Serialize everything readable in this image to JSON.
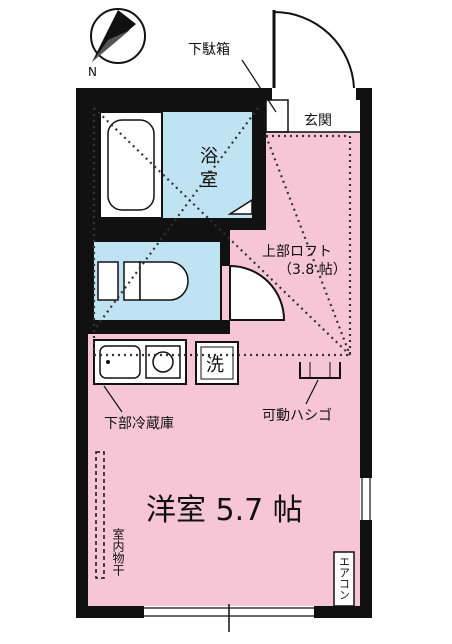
{
  "labels": {
    "getabako": "下駄箱",
    "genkan": "玄関",
    "bath": "浴室",
    "bath_line1": "浴",
    "bath_line2": "室",
    "loft_line1": "上部ロフト",
    "loft_line2": "（3.8 帖）",
    "washer": "洗",
    "ladder": "可動ハシゴ",
    "fridge": "下部冷蔵庫",
    "room": "洋室 5.7 帖",
    "indoor_dry": "室内物干",
    "aircon": "エアコン",
    "north": "N"
  },
  "colors": {
    "wall": "#111111",
    "room_pink": "#f7c6d6",
    "wet_blue": "#bfe3f2",
    "white": "#ffffff"
  }
}
